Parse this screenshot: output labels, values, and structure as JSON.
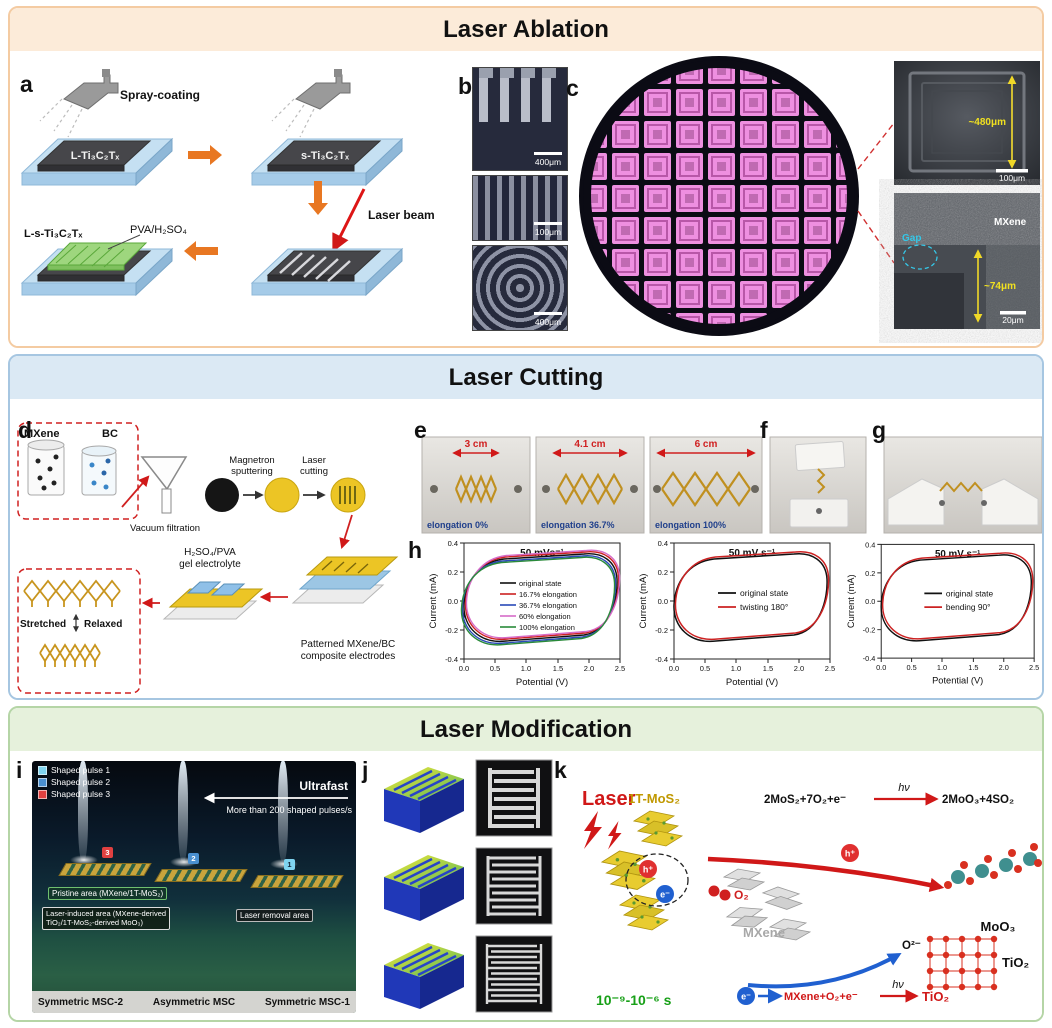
{
  "theme": {
    "ablation_border": "#f4cba2",
    "ablation_header_bg": "#fcebd9",
    "cutting_border": "#a6c6e1",
    "cutting_header_bg": "#dbe9f4",
    "modification_border": "#b5d5a6",
    "modification_header_bg": "#e6f1dc"
  },
  "sections": {
    "ablation": {
      "title": "Laser Ablation",
      "a": {
        "label": "a",
        "spray_coating": "Spray-coating",
        "film1": "L-Ti₃C₂Tₓ",
        "film2": "s-Ti₃C₂Tₓ",
        "laser_beam": "Laser beam",
        "film3": "L-s-Ti₃C₂Tₓ",
        "electrolyte": "PVA/H₂SO₄"
      },
      "b": {
        "label": "b",
        "scales": [
          "400μm",
          "100μm",
          "400μm"
        ]
      },
      "c": {
        "label": "c",
        "sem_top": {
          "width": "~480μm",
          "scale": "100μm"
        },
        "sem_bottom": {
          "gap": "Gap",
          "material": "MXene",
          "width": "~74μm",
          "scale": "20μm"
        }
      }
    },
    "cutting": {
      "title": "Laser Cutting",
      "d": {
        "label": "d",
        "mxene": "MXene",
        "bc": "BC",
        "vacuum": "Vacuum filtration",
        "magnetron_1": "Magnetron",
        "magnetron_2": "sputtering",
        "laser_1": "Laser",
        "laser_2": "cutting",
        "electrolyte_1": "H₂SO₄/PVA",
        "electrolyte_2": "gel electrolyte",
        "patterned_1": "Patterned MXene/BC",
        "patterned_2": "composite electrodes",
        "stretched": "Stretched",
        "relaxed": "Relaxed"
      },
      "e": {
        "label": "e",
        "photos": [
          {
            "length": "3 cm",
            "elongation": "elongation 0%"
          },
          {
            "length": "4.1 cm",
            "elongation": "elongation 36.7%"
          },
          {
            "length": "6 cm",
            "elongation": "elongation 100%"
          }
        ]
      },
      "f": {
        "label": "f"
      },
      "g": {
        "label": "g"
      },
      "h": {
        "label": "h",
        "xlabel": "Potential (V)",
        "ylabel": "Current (mA)",
        "xticks": [
          "0.0",
          "0.5",
          "1.0",
          "1.5",
          "2.0",
          "2.5"
        ],
        "yticks": [
          "0.4",
          "0.2",
          "0.0",
          "-0.2",
          "-0.4"
        ],
        "chart1": {
          "title": "50 mVs⁻¹",
          "legend": [
            "original state",
            "16.7% elongation",
            "36.7% elongation",
            "60% elongation",
            "100% elongation"
          ]
        },
        "chart2": {
          "title": "50 mV s⁻¹",
          "legend": [
            "original state",
            "twisting 180°"
          ]
        },
        "chart3": {
          "title": "50 mV s⁻¹",
          "legend": [
            "original state",
            "bending 90°"
          ]
        }
      }
    },
    "modification": {
      "title": "Laser Modification",
      "i": {
        "label": "i",
        "legend": [
          "Shaped pulse 1",
          "Shaped pulse 2",
          "Shaped pulse 3"
        ],
        "ultrafast": "Ultrafast",
        "pulses": "More than 200 shaped pulses/s",
        "pristine": "Pristine area (MXene/1T-MoS₂)",
        "induced_1": "Laser-induced area (MXene-derived",
        "induced_2": "TiO₂/1T-MoS₂-derived MoO₃)",
        "removal": "Laser removal area",
        "markers": [
          "3",
          "2",
          "1"
        ],
        "bottom": [
          "Symmetric MSC-2",
          "Asymmetric MSC",
          "Symmetric MSC-1"
        ]
      },
      "j": {
        "label": "j"
      },
      "k": {
        "label": "k",
        "laser": "Laser",
        "mos2": "1T-MoS₂",
        "eq1": "2MoS₂+7O₂+e⁻",
        "hv": "hν",
        "prod1": "2MoO₃+4SO₂",
        "h_plus": "h⁺",
        "e_minus": "e⁻",
        "o2": "O₂",
        "mxene": "MXene",
        "moo3": "MoO₃",
        "o2_minus": "O²⁻",
        "tio2_lattice": "TiO₂",
        "time": "10⁻⁹-10⁻⁶ s",
        "eq2": "MXene+O₂+e⁻",
        "tio2": "TiO₂"
      }
    }
  },
  "chart_data": [
    {
      "type": "line",
      "subtype": "cyclic-voltammetry",
      "title": "50 mVs⁻¹",
      "xlabel": "Potential (V)",
      "ylabel": "Current (mA)",
      "xlim": [
        0,
        2.5
      ],
      "ylim": [
        -0.4,
        0.4
      ],
      "legend_position": "center-left",
      "grid": false,
      "series": [
        {
          "name": "original state",
          "color": "#111111"
        },
        {
          "name": "16.7% elongation",
          "color": "#cc2222"
        },
        {
          "name": "36.7% elongation",
          "color": "#2a4ab8"
        },
        {
          "name": "60% elongation",
          "color": "#d66cc8"
        },
        {
          "name": "100% elongation",
          "color": "#2a8a3a"
        }
      ],
      "note": "Five nearly overlapping closed CV loops",
      "loop_upper": [
        [
          0,
          0.02
        ],
        [
          0.2,
          0.26
        ],
        [
          0.5,
          0.29
        ],
        [
          1.0,
          0.3
        ],
        [
          1.5,
          0.31
        ],
        [
          2.0,
          0.33
        ],
        [
          2.4,
          0.37
        ],
        [
          2.5,
          0.18
        ]
      ],
      "loop_lower": [
        [
          2.5,
          0.18
        ],
        [
          2.3,
          -0.26
        ],
        [
          2.0,
          -0.29
        ],
        [
          1.5,
          -0.3
        ],
        [
          1.0,
          -0.31
        ],
        [
          0.5,
          -0.33
        ],
        [
          0.1,
          -0.36
        ],
        [
          0,
          0.02
        ]
      ]
    },
    {
      "type": "line",
      "subtype": "cyclic-voltammetry",
      "title": "50 mV s⁻¹",
      "xlabel": "Potential (V)",
      "ylabel": "Current (mA)",
      "xlim": [
        0,
        2.5
      ],
      "ylim": [
        -0.4,
        0.4
      ],
      "legend_position": "center",
      "grid": false,
      "series": [
        {
          "name": "original state",
          "color": "#111111"
        },
        {
          "name": "twisting 180°",
          "color": "#cc2222"
        }
      ],
      "note": "Two nearly overlapping closed CV loops",
      "loop_upper": [
        [
          0,
          0.02
        ],
        [
          0.2,
          0.26
        ],
        [
          1.0,
          0.3
        ],
        [
          2.0,
          0.33
        ],
        [
          2.5,
          0.18
        ]
      ],
      "loop_lower": [
        [
          2.5,
          0.18
        ],
        [
          2.0,
          -0.29
        ],
        [
          1.0,
          -0.31
        ],
        [
          0.1,
          -0.36
        ],
        [
          0,
          0.02
        ]
      ]
    },
    {
      "type": "line",
      "subtype": "cyclic-voltammetry",
      "title": "50 mV s⁻¹",
      "xlabel": "Potential (V)",
      "ylabel": "Current (mA)",
      "xlim": [
        0,
        2.5
      ],
      "ylim": [
        -0.4,
        0.4
      ],
      "legend_position": "center",
      "grid": false,
      "series": [
        {
          "name": "original state",
          "color": "#111111"
        },
        {
          "name": "bending 90°",
          "color": "#cc2222"
        }
      ],
      "note": "Two nearly overlapping closed CV loops",
      "loop_upper": [
        [
          0,
          0.02
        ],
        [
          0.2,
          0.26
        ],
        [
          1.0,
          0.3
        ],
        [
          2.0,
          0.33
        ],
        [
          2.5,
          0.18
        ]
      ],
      "loop_lower": [
        [
          2.5,
          0.18
        ],
        [
          2.0,
          -0.29
        ],
        [
          1.0,
          -0.31
        ],
        [
          0.1,
          -0.36
        ],
        [
          0,
          0.02
        ]
      ]
    }
  ]
}
